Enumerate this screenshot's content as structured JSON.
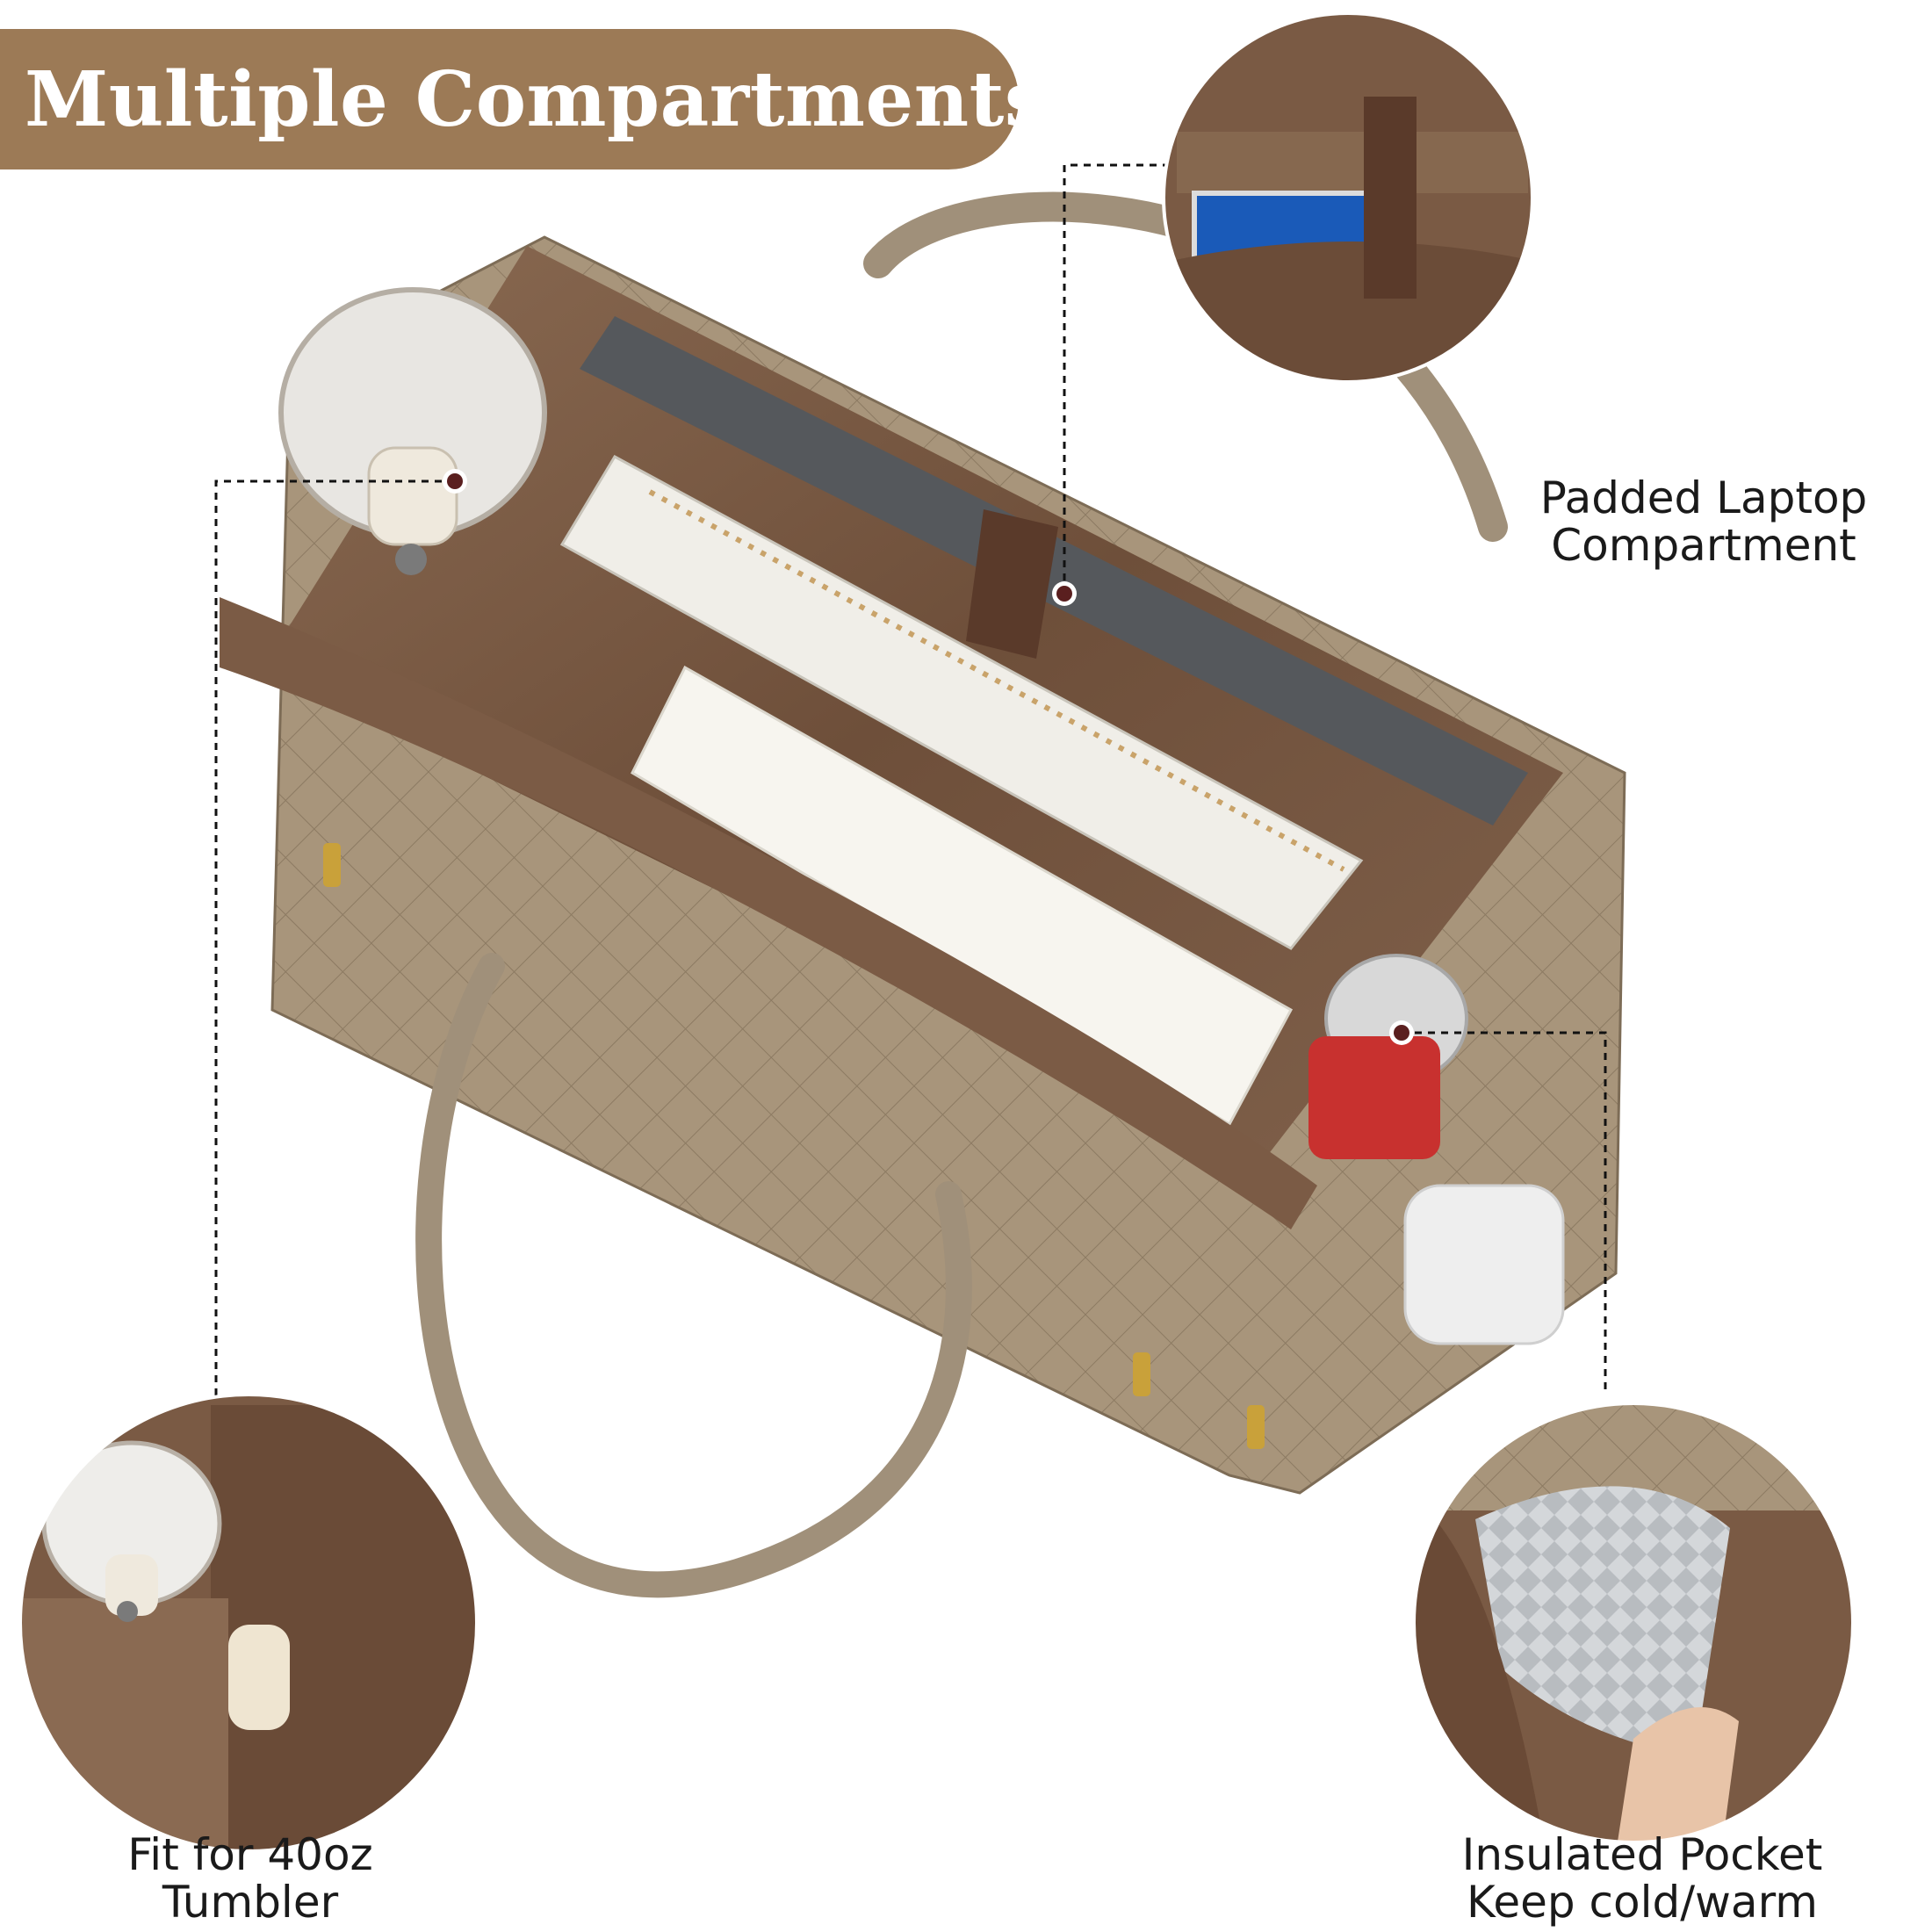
{
  "banner": {
    "title": "Multiple Compartments"
  },
  "callouts": {
    "laptop": {
      "line1": "Padded Laptop",
      "line2": "Compartment"
    },
    "tumbler": {
      "line1": "Fit for 40oz",
      "line2": "Tumbler"
    },
    "insulated": {
      "line1": "Insulated Pocket",
      "line2": "Keep cold/warm"
    }
  },
  "colors": {
    "banner": "#9c7a56",
    "lining": "#7a5a44",
    "quilt": "#a8957b",
    "strap": "#a0907a",
    "marker": "#5a1f1f"
  },
  "icons": {
    "marker": "location-dot-icon"
  }
}
